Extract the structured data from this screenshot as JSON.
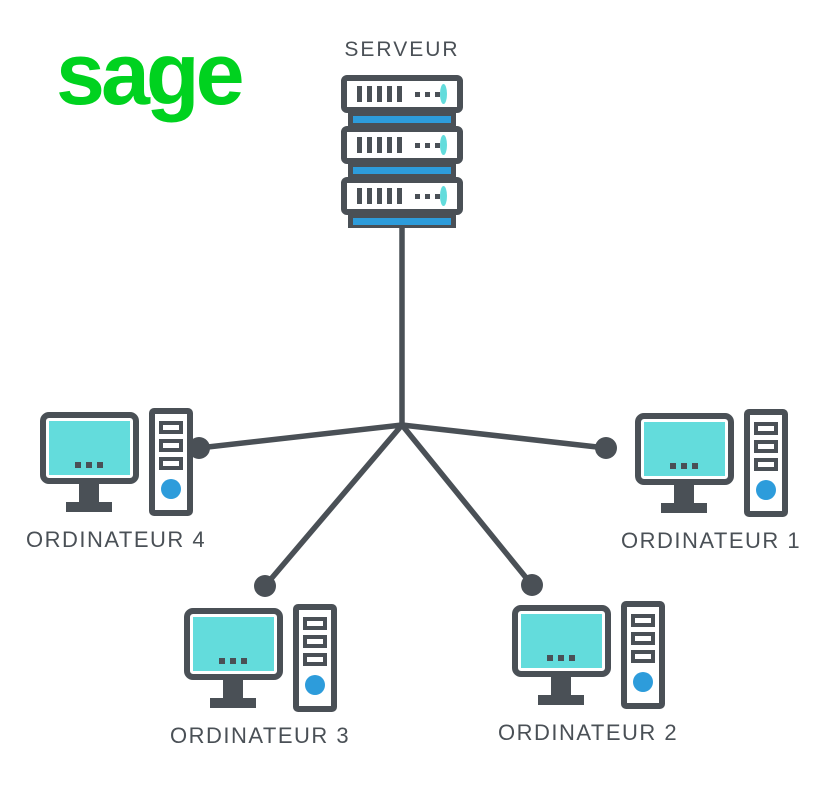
{
  "logo": {
    "text": "sage"
  },
  "server": {
    "label": "SERVEUR"
  },
  "computers": [
    {
      "label": "ORDINATEUR 1"
    },
    {
      "label": "ORDINATEUR 2"
    },
    {
      "label": "ORDINATEUR 3"
    },
    {
      "label": "ORDINATEUR 4"
    }
  ],
  "colors": {
    "ink": "#4a5056",
    "cyan": "#63dcdc",
    "blue": "#2d9cdb",
    "green": "#00d21f",
    "bg": "#ffffff"
  }
}
